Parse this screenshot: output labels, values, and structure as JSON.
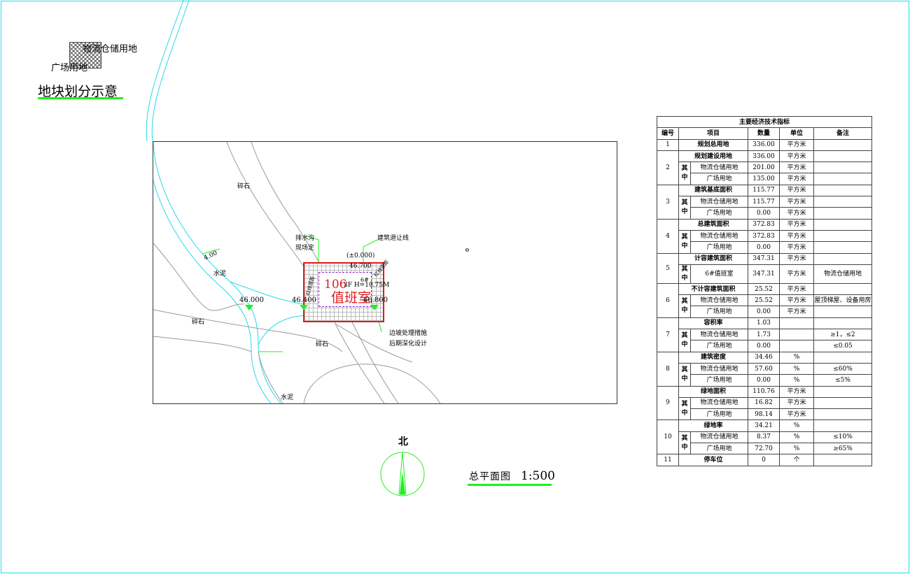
{
  "legend": {
    "logistics": "物流仓储用地",
    "plaza": "广场用地"
  },
  "title": "地块划分示意",
  "site_labels": {
    "gravel_top": "碎石",
    "cement_left": "水泥",
    "gravel_left": "碎石",
    "gravel_mid": "碎石",
    "cement_bottom": "水泥",
    "slope": "4.00",
    "drain_l1": "排水沟",
    "drain_l2": "现场定",
    "setback": "建筑退让线",
    "zero": "(±0.000)",
    "elev_top": "46.700",
    "side_left": "红线退距",
    "side_right": "红线退距",
    "note_l1": "边坡处理措施",
    "note_l2": "后期深化设计"
  },
  "elevations": [
    "46.000",
    "46.400",
    "46.800"
  ],
  "building": {
    "number": "106",
    "name": "值班室",
    "floors": "3F H=10.75M",
    "id": "6#"
  },
  "compass": {
    "north": "北"
  },
  "scale": {
    "name": "总平面图",
    "ratio": "1:500"
  },
  "colors": {
    "accent_green": "#1df21d",
    "red": "#e21b1b",
    "cyan": "#26d9ea"
  },
  "table": {
    "title": "主要经济技术指标",
    "headers": [
      "编号",
      "项目",
      "数量",
      "单位",
      "备注"
    ],
    "sub_label": "其中",
    "groups": [
      {
        "no": "1",
        "rows": [
          {
            "item": "规划总用地",
            "qty": "336.00",
            "unit": "平方米",
            "note": ""
          }
        ]
      },
      {
        "no": "2",
        "rows": [
          {
            "item": "规划建设用地",
            "qty": "336.00",
            "unit": "平方米",
            "note": ""
          },
          {
            "item": "物流仓储用地",
            "qty": "201.00",
            "unit": "平方米",
            "note": ""
          },
          {
            "item": "广场用地",
            "qty": "135.00",
            "unit": "平方米",
            "note": ""
          }
        ]
      },
      {
        "no": "3",
        "rows": [
          {
            "item": "建筑基底面积",
            "qty": "115.77",
            "unit": "平方米",
            "note": ""
          },
          {
            "item": "物流仓储用地",
            "qty": "115.77",
            "unit": "平方米",
            "note": ""
          },
          {
            "item": "广场用地",
            "qty": "0.00",
            "unit": "平方米",
            "note": ""
          }
        ]
      },
      {
        "no": "4",
        "rows": [
          {
            "item": "总建筑面积",
            "qty": "372.83",
            "unit": "平方米",
            "note": ""
          },
          {
            "item": "物流仓储用地",
            "qty": "372.83",
            "unit": "平方米",
            "note": ""
          },
          {
            "item": "广场用地",
            "qty": "0.00",
            "unit": "平方米",
            "note": ""
          }
        ]
      },
      {
        "no": "5",
        "rows": [
          {
            "item": "计容建筑面积",
            "qty": "347.31",
            "unit": "平方米",
            "note": ""
          },
          {
            "item": "6#值班室",
            "qty": "347.31",
            "unit": "平方米",
            "note": "物流仓储用地"
          }
        ]
      },
      {
        "no": "6",
        "rows": [
          {
            "item": "不计容建筑面积",
            "qty": "25.52",
            "unit": "平方米",
            "note": ""
          },
          {
            "item": "物流仓储用地",
            "qty": "25.52",
            "unit": "平方米",
            "note": "屋顶梯屋、设备用房"
          },
          {
            "item": "广场用地",
            "qty": "0.00",
            "unit": "平方米",
            "note": ""
          }
        ]
      },
      {
        "no": "7",
        "rows": [
          {
            "item": "容积率",
            "qty": "1.03",
            "unit": "",
            "note": ""
          },
          {
            "item": "物流仓储用地",
            "qty": "1.73",
            "unit": "",
            "note": "≥1，≤2"
          },
          {
            "item": "广场用地",
            "qty": "0.00",
            "unit": "",
            "note": "≤0.05"
          }
        ]
      },
      {
        "no": "8",
        "rows": [
          {
            "item": "建筑密度",
            "qty": "34.46",
            "unit": "%",
            "note": ""
          },
          {
            "item": "物流仓储用地",
            "qty": "57.60",
            "unit": "%",
            "note": "≤60%"
          },
          {
            "item": "广场用地",
            "qty": "0.00",
            "unit": "%",
            "note": "≤5%"
          }
        ]
      },
      {
        "no": "9",
        "rows": [
          {
            "item": "绿地面积",
            "qty": "110.76",
            "unit": "平方米",
            "note": ""
          },
          {
            "item": "物流仓储用地",
            "qty": "16.82",
            "unit": "平方米",
            "note": ""
          },
          {
            "item": "广场用地",
            "qty": "98.14",
            "unit": "平方米",
            "note": ""
          }
        ]
      },
      {
        "no": "10",
        "rows": [
          {
            "item": "绿地率",
            "qty": "34.21",
            "unit": "%",
            "note": ""
          },
          {
            "item": "物流仓储用地",
            "qty": "8.37",
            "unit": "%",
            "note": "≤10%"
          },
          {
            "item": "广场用地",
            "qty": "72.70",
            "unit": "%",
            "note": "≥65%"
          }
        ]
      },
      {
        "no": "11",
        "rows": [
          {
            "item": "停车位",
            "qty": "0",
            "unit": "个",
            "note": ""
          }
        ]
      }
    ]
  }
}
